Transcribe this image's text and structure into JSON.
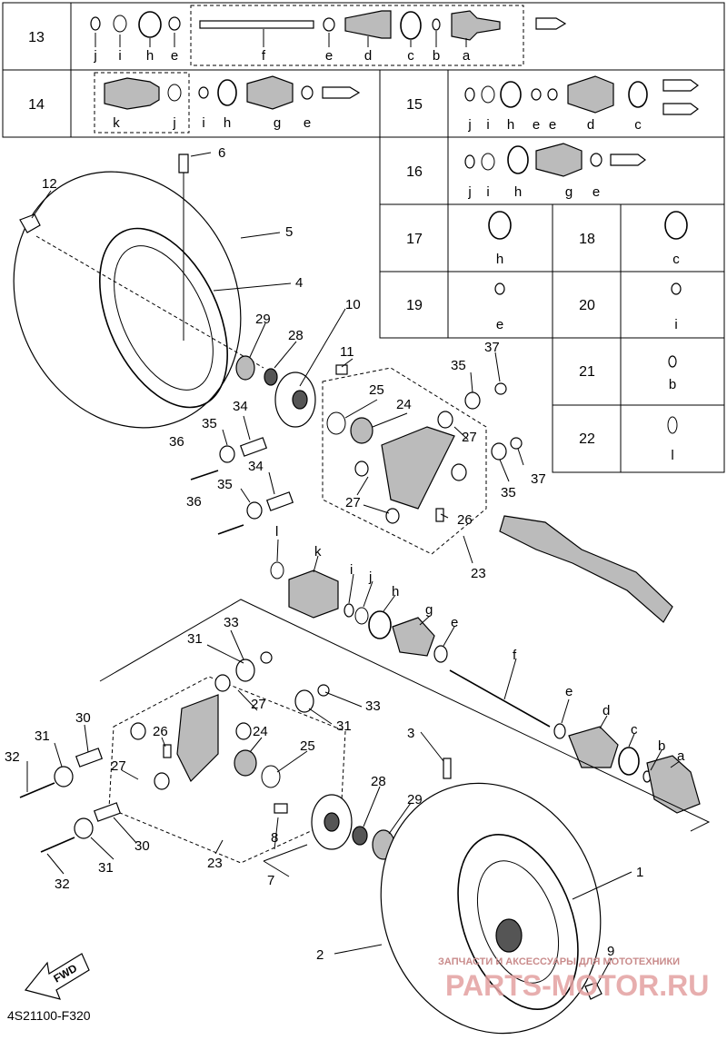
{
  "table": {
    "row13": {
      "num": "13",
      "letters": [
        "j",
        "i",
        "h",
        "e",
        "f",
        "e",
        "d",
        "c",
        "b",
        "a"
      ]
    },
    "row14": {
      "num": "14",
      "letters": [
        "k",
        "j",
        "i",
        "h",
        "g",
        "e"
      ]
    },
    "row15": {
      "num": "15",
      "letters": [
        "j",
        "i",
        "h",
        "e",
        "e",
        "d",
        "c"
      ]
    },
    "row16": {
      "num": "16",
      "letters": [
        "j",
        "i",
        "h",
        "g",
        "e"
      ]
    },
    "row17": {
      "num": "17",
      "letter": "h"
    },
    "row18": {
      "num": "18",
      "letter": "c"
    },
    "row19": {
      "num": "19",
      "letter": "e"
    },
    "row20": {
      "num": "20",
      "letter": "i"
    },
    "row21": {
      "num": "21",
      "letter": "b"
    },
    "row22": {
      "num": "22",
      "letter": "l"
    }
  },
  "callouts": {
    "n1": "1",
    "n2": "2",
    "n3": "3",
    "n4": "4",
    "n5": "5",
    "n6": "6",
    "n7": "7",
    "n8": "8",
    "n9": "9",
    "n10": "10",
    "n11": "11",
    "n12": "12",
    "n23": "23",
    "n24": "24",
    "n25": "25",
    "n26": "26",
    "n27": "27",
    "n28": "28",
    "n29": "29",
    "n30": "30",
    "n31": "31",
    "n32": "32",
    "n33": "33",
    "n34": "34",
    "n35": "35",
    "n36": "36",
    "n37": "37",
    "la": "a",
    "lb": "b",
    "lc": "c",
    "ld": "d",
    "le": "e",
    "lf": "f",
    "lg": "g",
    "lh": "h",
    "li": "i",
    "lj": "j",
    "lk": "k",
    "ll": "l"
  },
  "fwd_label": "FWD",
  "diagram_code": "4S21100-F320",
  "watermark": {
    "subtitle": "ЗАПЧАСТИ И АКСЕССУАРЫ ДЛЯ МОТОТЕХНИКИ",
    "brand": "PARTS-MOTOR.RU",
    "color": "#e3a0a0"
  }
}
